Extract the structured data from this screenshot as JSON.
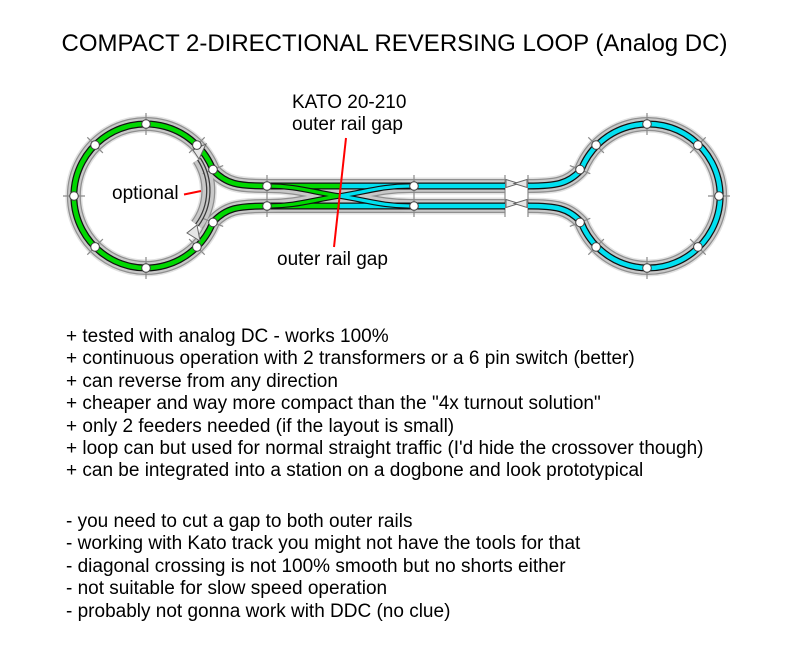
{
  "title": "COMPACT 2-DIRECTIONAL REVERSING LOOP (Analog DC)",
  "labels": {
    "kato_line1": "KATO 20-210",
    "kato_line2": "outer rail gap",
    "bottom_gap": "outer rail gap",
    "optional": "optional"
  },
  "colors": {
    "left_loop_green": "#00d800",
    "right_loop_cyan": "#00e0f0",
    "pointer_red": "#ff0000"
  },
  "pros": [
    "+ tested with analog DC - works 100%",
    "+ continuous operation with 2 transformers or a 6 pin switch (better)",
    "+ can reverse from any direction",
    "+ cheaper and way more compact than the \"4x turnout solution\"",
    "+ only 2 feeders needed (if the layout is small)",
    "+ loop can but used for normal straight traffic (I'd hide the crossover though)",
    "+ can be integrated into a station on a dogbone and look prototypical"
  ],
  "cons": [
    "- you need to cut a gap to both outer rails",
    "- working with Kato track you might not have the tools for that",
    "- diagonal crossing is not 100% smooth but no shorts either",
    "- not suitable for slow speed operation",
    "- probably not gonna work with DDC (no clue)"
  ]
}
